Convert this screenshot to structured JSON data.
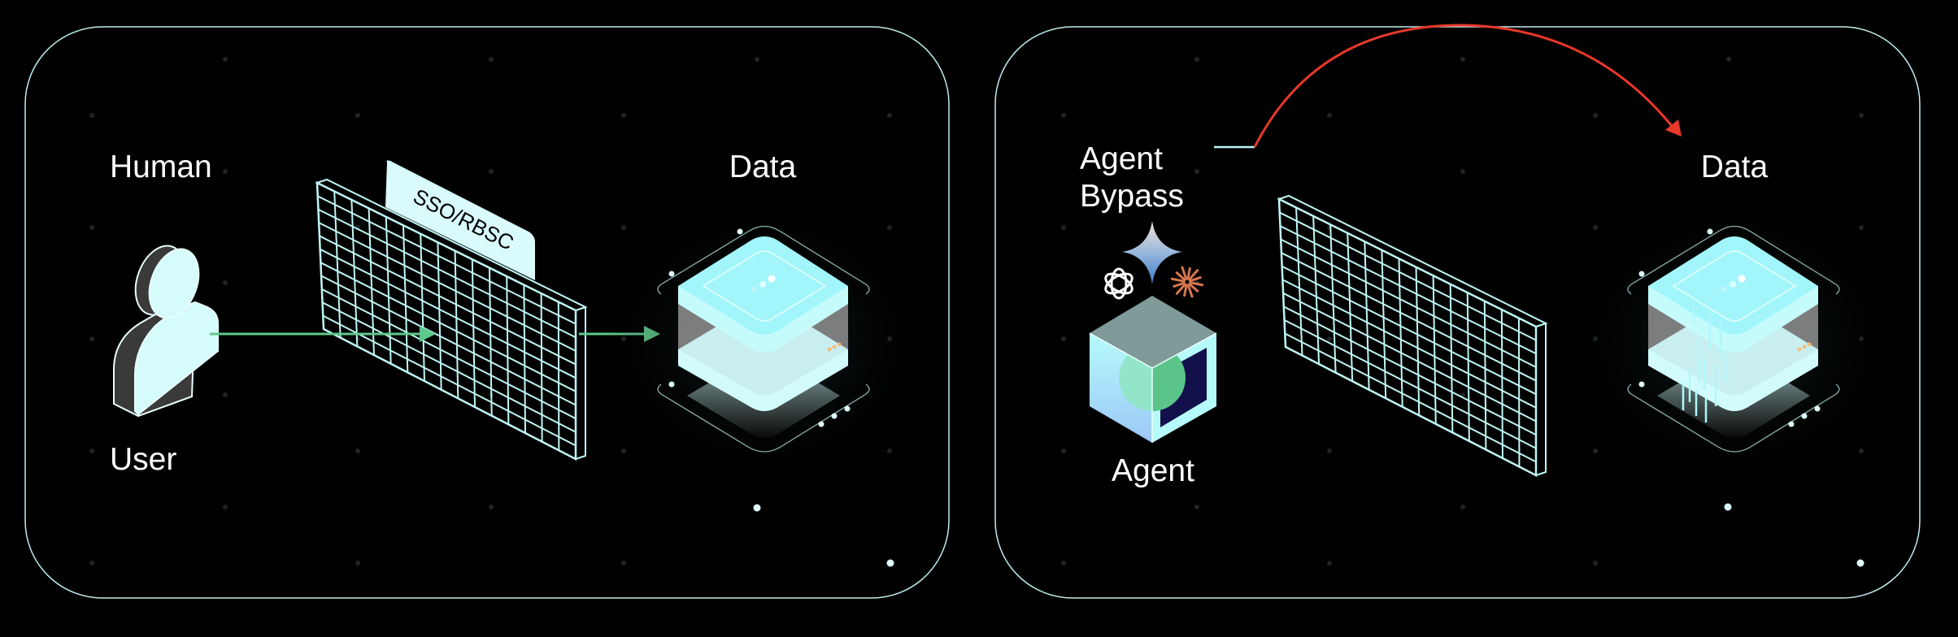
{
  "colors": {
    "background": "#000000",
    "panel_border": "#bfeeee",
    "wall": "#bff7f5",
    "allowed_arrow": "#5ec98a",
    "bypass_arrow": "#e8382a",
    "data_top": "#a2f6fb",
    "gate_tag": "#d9fbfb"
  },
  "left_panel": {
    "source_label": "Human",
    "user_label": "User",
    "gate_label": "SSO/RBSC",
    "target_label": "Data",
    "icons": [
      "user-icon",
      "firewall-grid-icon",
      "arrow-right-icon",
      "database-stack-icon"
    ]
  },
  "right_panel": {
    "bypass_label_line1": "Agent",
    "bypass_label_line2": "Bypass",
    "agent_label": "Agent",
    "target_label": "Data",
    "icons": [
      "gemini-sparkle-icon",
      "openai-logo-icon",
      "claude-burst-icon",
      "agent-cube-icon",
      "firewall-grid-icon",
      "curved-arrow-icon",
      "database-stack-icon"
    ]
  }
}
